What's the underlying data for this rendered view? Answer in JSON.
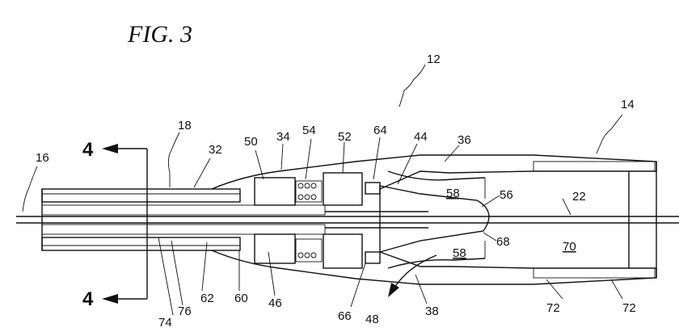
{
  "figure": {
    "title": "FIG. 3",
    "section_marker_top": "4",
    "section_marker_bottom": "4"
  },
  "labels": {
    "l12": "12",
    "l14": "14",
    "l16": "16",
    "l18": "18",
    "l22": "22",
    "l32": "32",
    "l34": "34",
    "l36": "36",
    "l38": "38",
    "l44": "44",
    "l46": "46",
    "l48": "48",
    "l50": "50",
    "l52": "52",
    "l54": "54",
    "l56": "56",
    "l58a": "58",
    "l58b": "58",
    "l60": "60",
    "l62": "62",
    "l64": "64",
    "l66": "66",
    "l68": "68",
    "l70": "70",
    "l72a": "72",
    "l72b": "72",
    "l74": "74",
    "l76": "76"
  }
}
